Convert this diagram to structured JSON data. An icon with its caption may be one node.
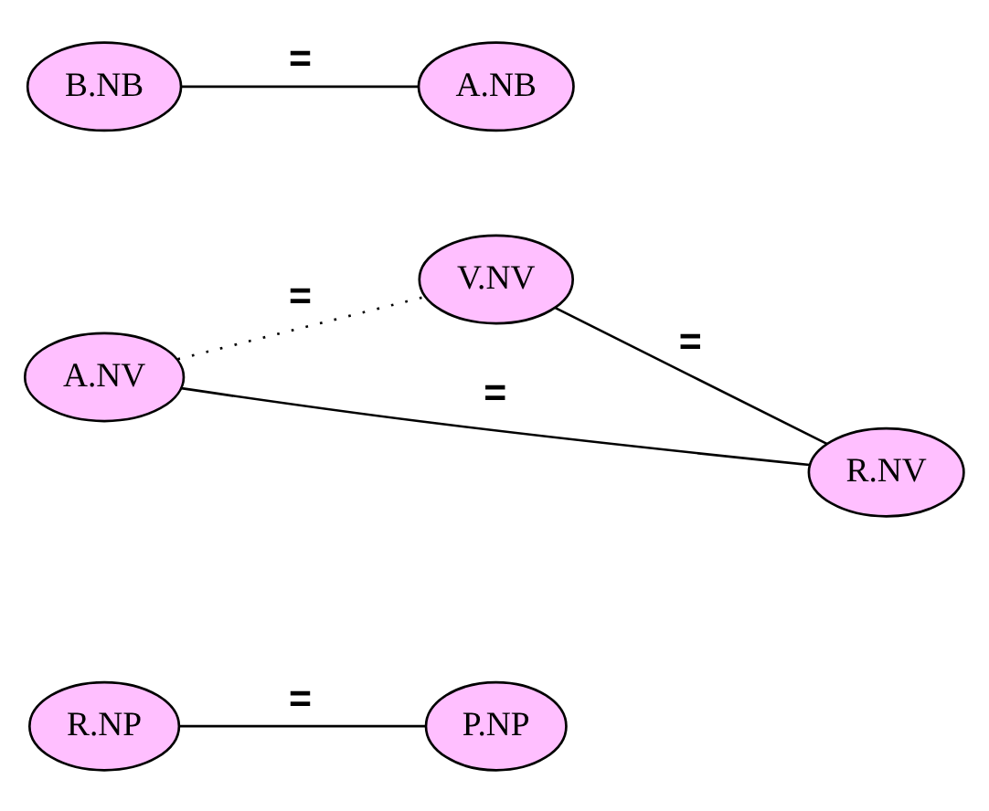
{
  "diagram": {
    "nodes": [
      {
        "text": [
          "B.NB"
        ]
      },
      {
        "text": [
          "A.NB"
        ]
      },
      {
        "text": [
          "A.NV"
        ]
      },
      {
        "text": [
          "R.NV"
        ]
      },
      {
        "text": [
          "V.NV"
        ]
      },
      {
        "text": [
          "R.NP"
        ]
      },
      {
        "text": [
          "P.NP"
        ]
      }
    ],
    "edges": [
      {
        "from": 0,
        "to": 1,
        "arrow": "none",
        "label": "="
      },
      {
        "from": 2,
        "to": 3,
        "arrow": "none",
        "label": "="
      },
      {
        "from": 2,
        "to": 4,
        "arrow": "none",
        "label": "=",
        "style": "dashed"
      },
      {
        "from": 3,
        "to": 4,
        "arrow": "none",
        "label": "="
      },
      {
        "from": 5,
        "to": 6,
        "arrow": "none",
        "label": "="
      }
    ]
  }
}
